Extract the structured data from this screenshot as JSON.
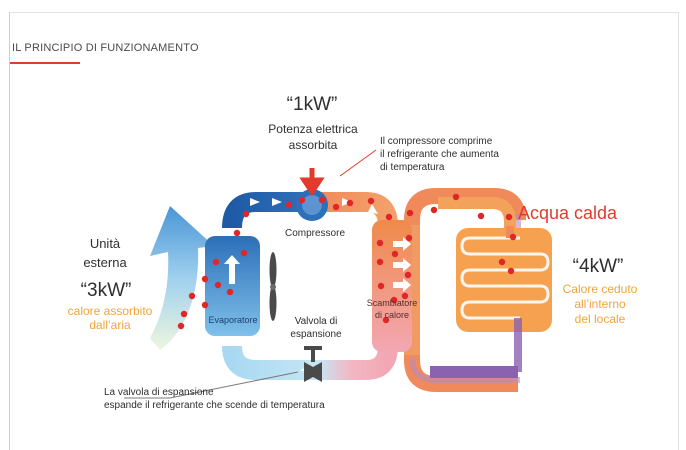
{
  "section_title": "IL PRINCIPIO DI FUNZIONAMENTO",
  "power": {
    "value": "“1kW”",
    "label_line1": "Potenza elettrica",
    "label_line2": "assorbita"
  },
  "compressor_note": {
    "line1": "Il compressore comprime",
    "line2": "il refrigerante che aumenta",
    "line3": "di temperatura"
  },
  "outdoor": {
    "line1": "Unità",
    "line2": "esterna",
    "value": "“3kW”",
    "desc_line1": "calore assorbito",
    "desc_line2": "dall’aria"
  },
  "hot_water_label": "Acqua calda",
  "indoor": {
    "value": "“4kW”",
    "desc_line1": "Calore ceduto",
    "desc_line2": "all’interno",
    "desc_line3": "del locale"
  },
  "labels": {
    "compressor": "Compressore",
    "evaporator": "Evaporatore",
    "valve_line1": "Valvola di",
    "valve_line2": "espansione",
    "exchanger_line1": "Scambiatore",
    "exchanger_line2": "di calore"
  },
  "valve_note": {
    "line1": "La valvola di espansione",
    "line2": "espande il refrigerante che scende di temperatura"
  },
  "colors": {
    "accent_red": "#e23b2e",
    "orange": "#f0a53a",
    "cold_blue": "#2d6fb8",
    "light_blue": "#9fd3ee",
    "warm_orange": "#f08a5a",
    "pink": "#f2a7b3"
  }
}
